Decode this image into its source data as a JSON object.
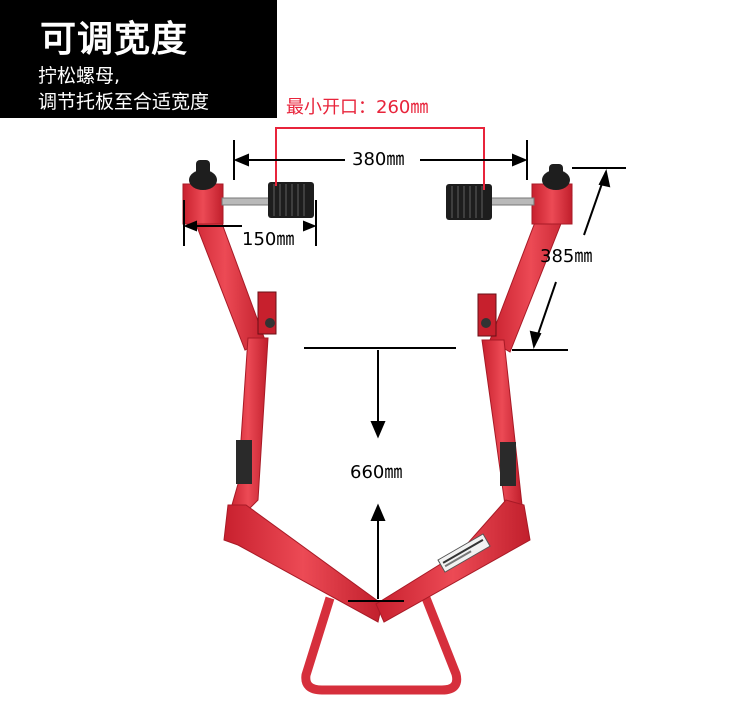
{
  "title": {
    "main": "可调宽度",
    "line1": "拧松螺母,",
    "line2": "调节托板至合适宽度"
  },
  "annotations": {
    "min_opening": "最小开口：260㎜",
    "width_380": "380㎜",
    "arm_150": "150㎜",
    "height_385": "385㎜",
    "depth_660": "660㎜"
  },
  "colors": {
    "frame_red": "#e23a45",
    "title_bg": "#000000",
    "min_opening_red": "#e8243b"
  }
}
